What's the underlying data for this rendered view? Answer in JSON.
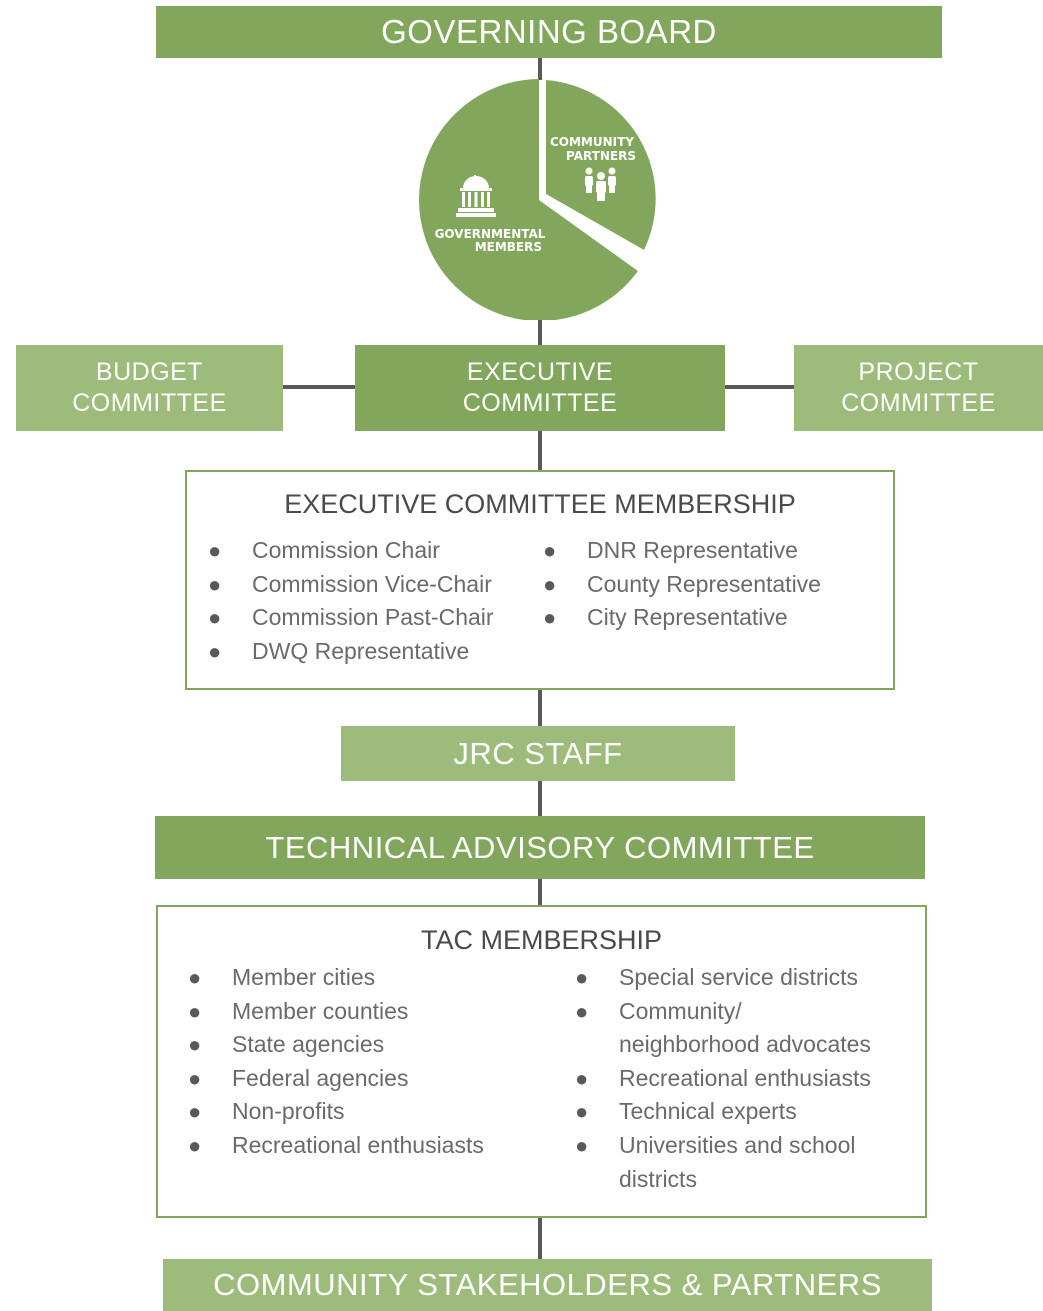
{
  "governing_board": {
    "title": "GOVERNING BOARD"
  },
  "pie": {
    "segments": [
      {
        "label_line1": "COMMUNITY",
        "label_line2": "PARTNERS",
        "icon": "people-group-icon"
      },
      {
        "label_line1": "GOVERNMENTAL",
        "label_line2": "MEMBERS",
        "icon": "capitol-building-icon"
      }
    ]
  },
  "committees": {
    "budget": {
      "line1": "BUDGET",
      "line2": "COMMITTEE"
    },
    "executive": {
      "line1": "EXECUTIVE",
      "line2": "COMMITTEE"
    },
    "project": {
      "line1": "PROJECT",
      "line2": "COMMITTEE"
    }
  },
  "executive_membership": {
    "title": "EXECUTIVE COMMITTEE MEMBERSHIP",
    "left": [
      "Commission Chair",
      "Commission Vice-Chair",
      "Commission Past-Chair",
      "DWQ Representative"
    ],
    "right": [
      "DNR Representative",
      "County Representative",
      "City Representative"
    ]
  },
  "jrc_staff": {
    "title": "JRC STAFF"
  },
  "tac": {
    "title": "TECHNICAL ADVISORY COMMITTEE"
  },
  "tac_membership": {
    "title": "TAC MEMBERSHIP",
    "left": [
      "Member cities",
      "Member counties",
      "State agencies",
      "Federal agencies",
      "Non-profits",
      "Recreational enthusiasts"
    ],
    "right": [
      {
        "line1": "Special service districts"
      },
      {
        "line1": "Community/",
        "line2": "neighborhood advocates"
      },
      {
        "line1": "Recreational enthusiasts"
      },
      {
        "line1": "Technical experts"
      },
      {
        "line1": "Universities and school",
        "line2": "districts"
      }
    ]
  },
  "community": {
    "title": "COMMUNITY STAKEHOLDERS & PARTNERS"
  },
  "colors": {
    "dark_green": "#82a75c",
    "light_green": "#9dbc7c",
    "connector": "#595959"
  }
}
